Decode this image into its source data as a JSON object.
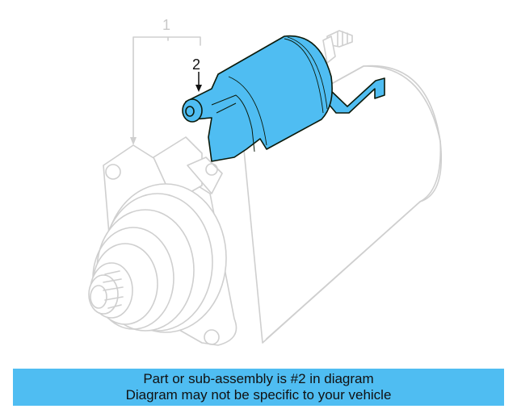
{
  "diagram": {
    "subject": "starter motor assembly with highlighted solenoid",
    "callouts": [
      {
        "number": "1",
        "target": "starter-assembly"
      },
      {
        "number": "2",
        "target": "solenoid"
      }
    ],
    "highlight_color": "#4fbdf2",
    "outline_color": "#c8c8c8"
  },
  "banner": {
    "line1": "Part or sub-assembly is #2 in diagram",
    "line2": "Diagram may not be specific to your vehicle",
    "background": "#4fbdf2"
  }
}
